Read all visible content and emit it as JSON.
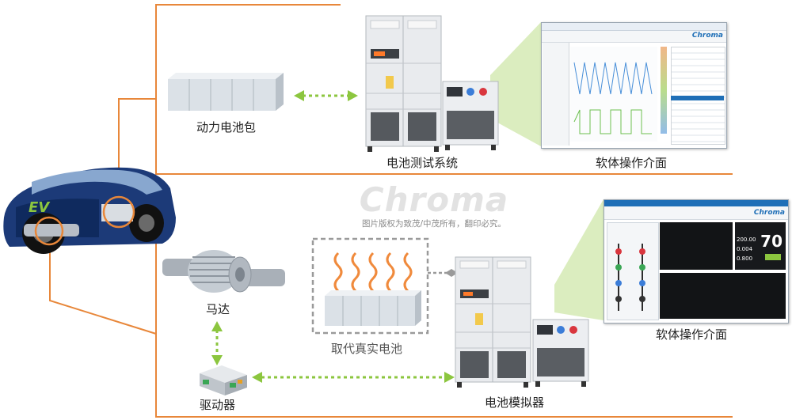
{
  "labels": {
    "battery_pack": "动力电池包",
    "battery_test_system": "电池测试系统",
    "software_ui_top": "软体操作介面",
    "motor": "马达",
    "driver": "驱动器",
    "replace_real_battery": "取代真实电池",
    "battery_simulator": "电池模拟器",
    "software_ui_bottom": "软体操作介面"
  },
  "car": {
    "badge": "EV"
  },
  "watermark": {
    "logo": "Chroma",
    "notice": "图片版权为致茂/中茂所有，翻印必究。"
  },
  "screen_top": {
    "brand": "Chroma"
  },
  "screen_bottom": {
    "brand": "Chroma",
    "big_value": "70",
    "reading_1": "200.00",
    "reading_2": "0.004",
    "reading_3": "0.800"
  },
  "colors": {
    "frame_orange": "#e8873a",
    "arrow_green": "#8cc63f",
    "screen_blue": "#1f6fb7"
  }
}
